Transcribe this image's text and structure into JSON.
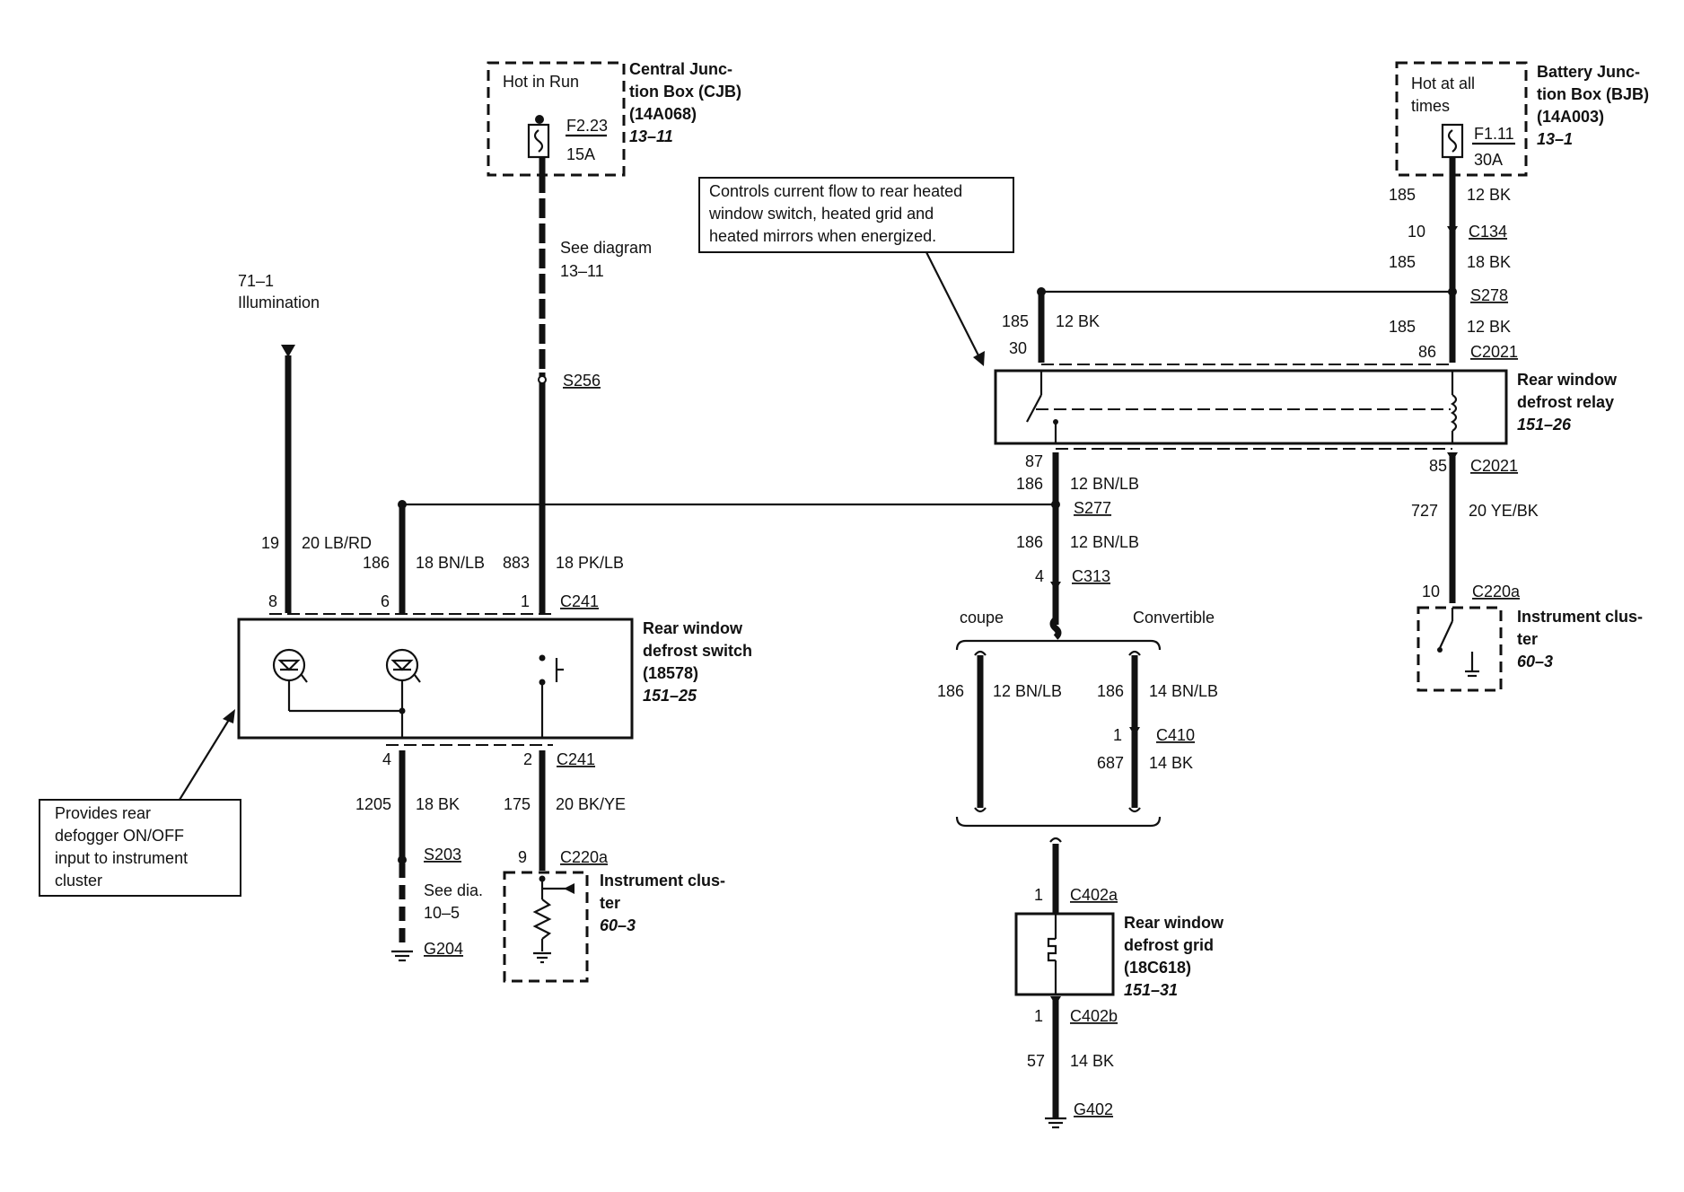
{
  "cjb": {
    "hot": "Hot in Run",
    "name1": "Central Junc-",
    "name2": "tion Box (CJB)",
    "part": "(14A068)",
    "ref": "13–11",
    "fuse": "F2.23",
    "amps": "15A"
  },
  "bjb": {
    "hot1": "Hot at all",
    "hot2": "times",
    "name1": "Battery Junc-",
    "name2": "tion Box (BJB)",
    "part": "(14A003)",
    "ref": "13–1",
    "fuse": "F1.11",
    "amps": "30A"
  },
  "see_diagram": {
    "l1": "See diagram",
    "l2": "13–11"
  },
  "illumination": {
    "l1": "71–1",
    "l2": "Illumination"
  },
  "splices": {
    "s256": "S256",
    "s277": "S277",
    "s278": "S278",
    "s203": "S203"
  },
  "callouts": {
    "relay_note": [
      "Controls current flow to rear heated",
      "window switch, heated grid and",
      "heated mirrors when energized."
    ],
    "switch_note": [
      "Provides rear",
      "defogger ON/OFF",
      "input to instrument",
      "cluster"
    ]
  },
  "switch": {
    "name1": "Rear window",
    "name2": "defrost switch",
    "part": "(18578)",
    "ref": "151–25",
    "pin8": "8",
    "pin6": "6",
    "pin1": "1",
    "pin4": "4",
    "pin2": "2",
    "conn_top": "C241",
    "conn_bottom": "C241"
  },
  "wires_switch": {
    "c19": "19",
    "g19": "20 LB/RD",
    "c186": "186",
    "g186": "18 BN/LB",
    "c883": "883",
    "g883": "18 PK/LB",
    "c1205": "1205",
    "g1205": "18 BK",
    "c175": "175",
    "g175": "20 BK/YE"
  },
  "ground_left": {
    "see1": "See dia.",
    "see2": "10–5",
    "g204": "G204"
  },
  "cluster_left": {
    "pin": "9",
    "conn": "C220a",
    "name1": "Instrument clus-",
    "name2": "ter",
    "ref": "60–3"
  },
  "relay": {
    "name1": "Rear window",
    "name2": "defrost relay",
    "ref": "151–26",
    "pin30": "30",
    "pin86": "86",
    "pin87": "87",
    "pin85": "85",
    "conn_top": "C2021",
    "conn_bottom": "C2021",
    "c185a": "185",
    "g185a": "12 BK",
    "c185b": "185",
    "g185b": "12 BK",
    "c186a": "186",
    "g186a": "12 BN/LB",
    "c186b": "186",
    "g186b": "12 BN/LB",
    "c727": "727",
    "g727": "20 YE/BK"
  },
  "bjb_wires": {
    "c185a": "185",
    "g185a": "12 BK",
    "pin10": "10",
    "c134": "C134",
    "c185b": "185",
    "g185b": "18 BK"
  },
  "c313": {
    "pin": "4",
    "conn": "C313"
  },
  "variants": {
    "coupe": "coupe",
    "convertible": "Convertible",
    "c186l": "186",
    "g186l": "12 BN/LB",
    "c186r": "186",
    "g186r": "14 BN/LB",
    "c410pin": "1",
    "c410": "C410",
    "c687": "687",
    "g687": "14 BK"
  },
  "grid": {
    "name1": "Rear window",
    "name2": "defrost grid",
    "part": "(18C618)",
    "ref": "151–31",
    "pin_a": "1",
    "conn_a": "C402a",
    "pin_b": "1",
    "conn_b": "C402b",
    "c57": "57",
    "g57": "14 BK",
    "ground": "G402"
  },
  "cluster_right": {
    "pin": "10",
    "conn": "C220a",
    "name1": "Instrument clus-",
    "name2": "ter",
    "ref": "60–3"
  }
}
